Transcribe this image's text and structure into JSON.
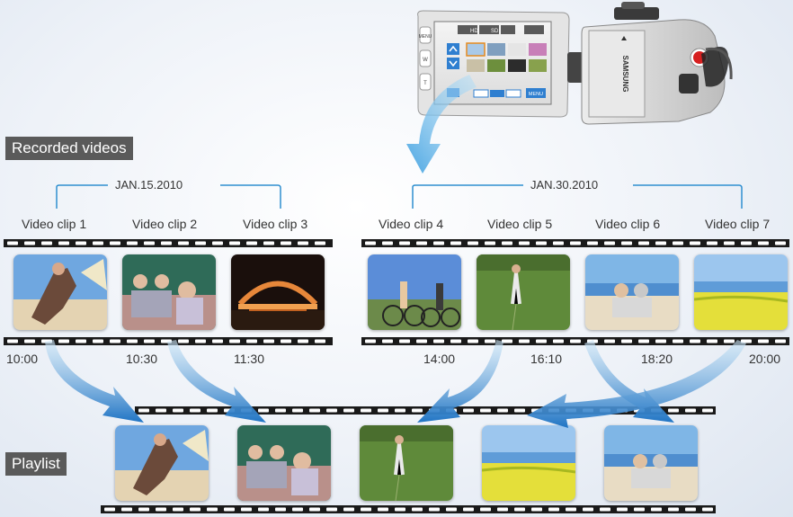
{
  "sections": {
    "recorded": "Recorded videos",
    "playlist": "Playlist"
  },
  "dates": [
    "JAN.15.2010",
    "JAN.30.2010"
  ],
  "clips": [
    {
      "label": "Video clip 1",
      "time": "10:00"
    },
    {
      "label": "Video clip 2",
      "time": "10:30"
    },
    {
      "label": "Video clip 3",
      "time": "11:30"
    },
    {
      "label": "Video clip 4",
      "time": "14:00"
    },
    {
      "label": "Video clip 5",
      "time": "16:10"
    },
    {
      "label": "Video clip 6",
      "time": "18:20"
    },
    {
      "label": "Video clip 7",
      "time": "20:00"
    }
  ],
  "camcorder": {
    "brand": "SAMSUNG",
    "lcd_tabs": [
      "HD",
      "SD",
      "",
      ""
    ],
    "menu_label": "MENU",
    "side_buttons": [
      "MENU",
      "W",
      "T"
    ]
  },
  "colors": {
    "accent_blue": "#2f86d2",
    "bracket_blue": "#2f8fd0",
    "section_bg": "#5a5a5a"
  }
}
